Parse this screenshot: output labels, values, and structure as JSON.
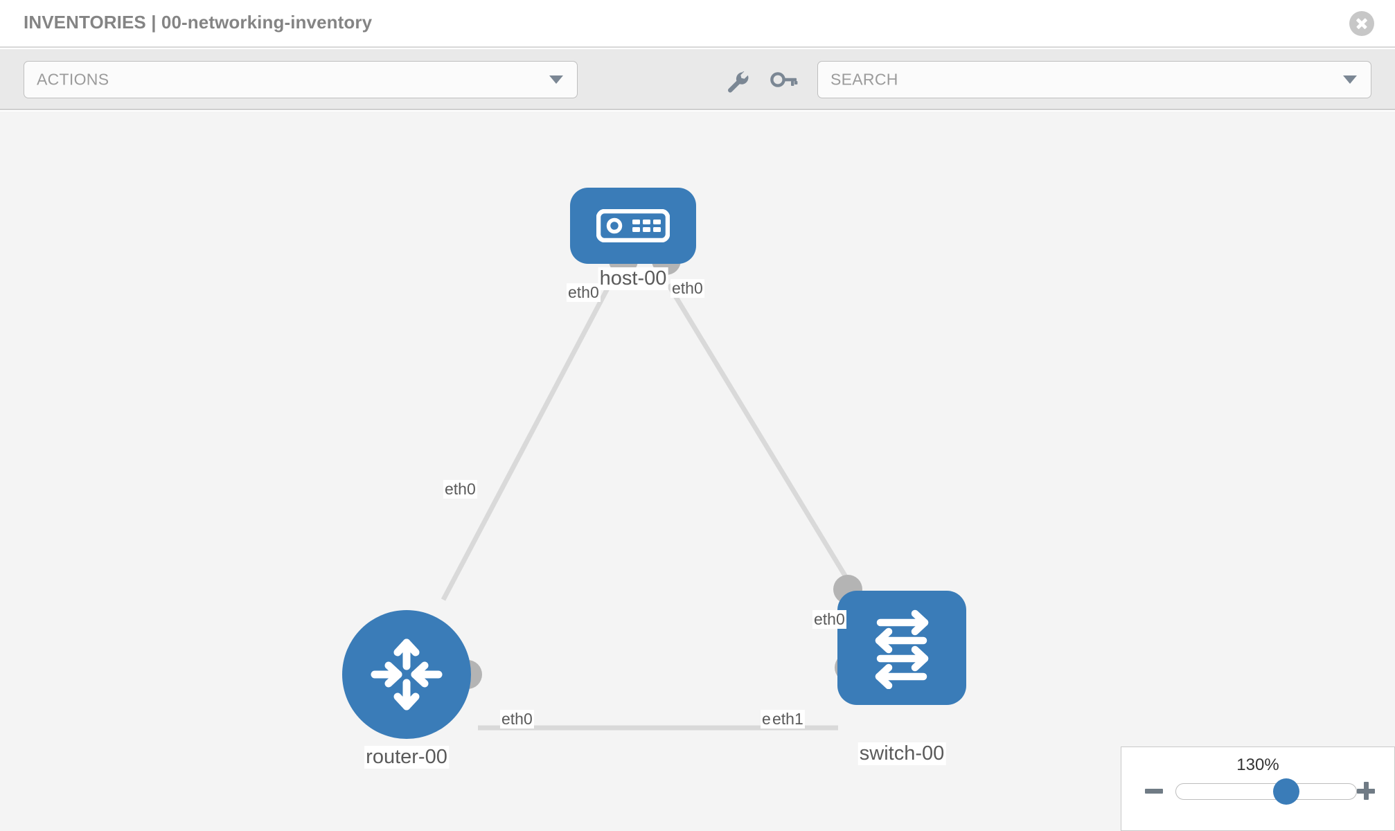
{
  "header": {
    "title": "INVENTORIES | 00-networking-inventory",
    "close_icon": "close-circle-icon"
  },
  "toolbar": {
    "actions": {
      "label": "ACTIONS",
      "caret_icon": "chevron-down-icon"
    },
    "search": {
      "placeholder": "SEARCH",
      "value": "",
      "caret_icon": "chevron-down-icon"
    },
    "tools": [
      {
        "name": "wrench-icon",
        "title": "wrench"
      },
      {
        "name": "key-icon",
        "title": "key"
      }
    ]
  },
  "topology": {
    "nodes": [
      {
        "id": "host-00",
        "label": "host-00",
        "icon": "server-icon",
        "type": "host"
      },
      {
        "id": "router-00",
        "label": "router-00",
        "icon": "router-arrows-icon",
        "type": "router"
      },
      {
        "id": "switch-00",
        "label": "switch-00",
        "icon": "switch-arrows-icon",
        "type": "switch"
      }
    ],
    "edge_labels": {
      "host_left": "eth0",
      "host_right": "eth0",
      "router_to_host": "eth0",
      "switch_to_host": "eth0",
      "router_to_switch": "eth0",
      "switch_to_router_a": "eth",
      "switch_to_router_b": "eth1"
    }
  },
  "zoom_control": {
    "percent": "130%",
    "minus_icon": "minus-icon",
    "plus_icon": "plus-icon",
    "thumb_position_pct": 61
  },
  "colors": {
    "node_blue": "#3a7cb8",
    "canvas_bg": "#f4f4f4",
    "toolbar_bg": "#e9e9e9",
    "link_gray": "#d9d9d9",
    "stub_gray": "#b4b4b4"
  }
}
